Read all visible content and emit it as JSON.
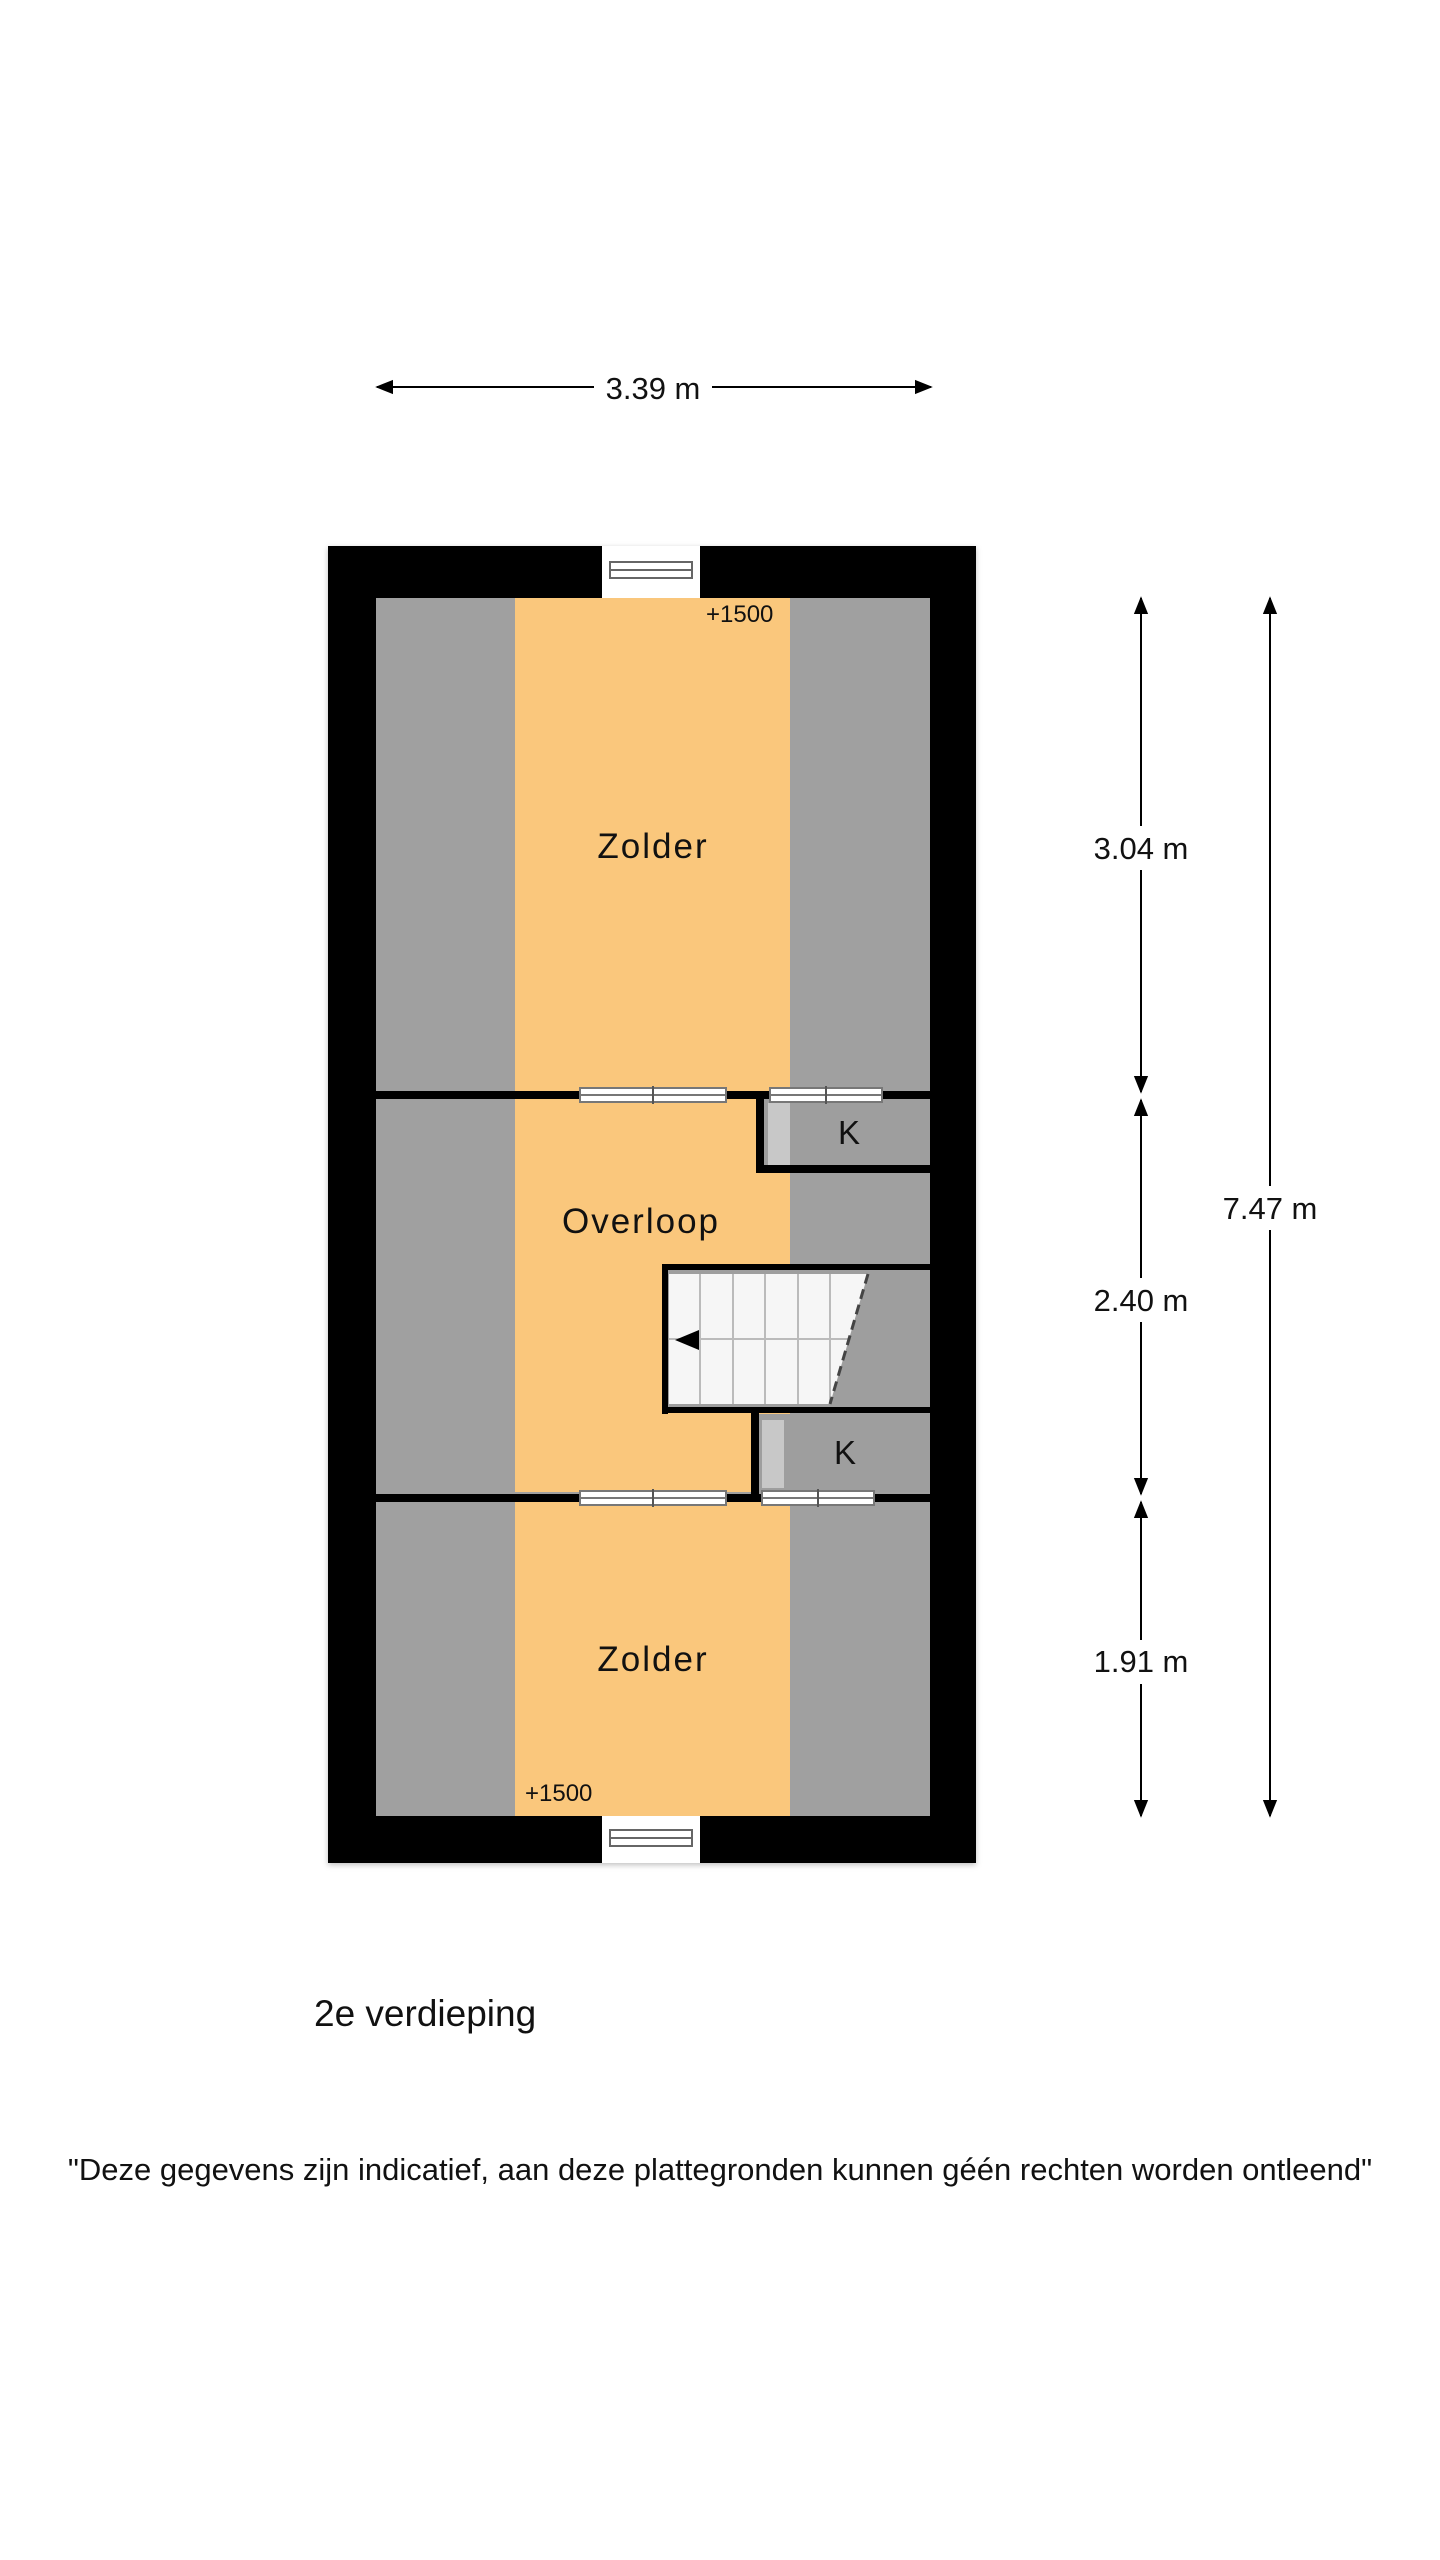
{
  "floorplan": {
    "rooms": {
      "top_attic": "Zolder",
      "landing": "Overloop",
      "closet_upper": "K",
      "closet_lower": "K",
      "bottom_attic": "Zolder"
    },
    "levels": {
      "top": "+1500",
      "bottom": "+1500"
    },
    "dimensions": {
      "width": "3.39 m",
      "segment_top": "3.04 m",
      "segment_middle": "2.40 m",
      "segment_bottom": "1.91 m",
      "total_height": "7.47 m"
    },
    "colors": {
      "wall": "#000000",
      "floor_usable": "#FAC77C",
      "floor_sloped": "#A0A0A0",
      "closet": "#9E9E9E"
    }
  },
  "caption": "2e verdieping",
  "disclaimer": "\"Deze gegevens zijn indicatief, aan deze plattegronden kunnen géén rechten worden ontleend\""
}
